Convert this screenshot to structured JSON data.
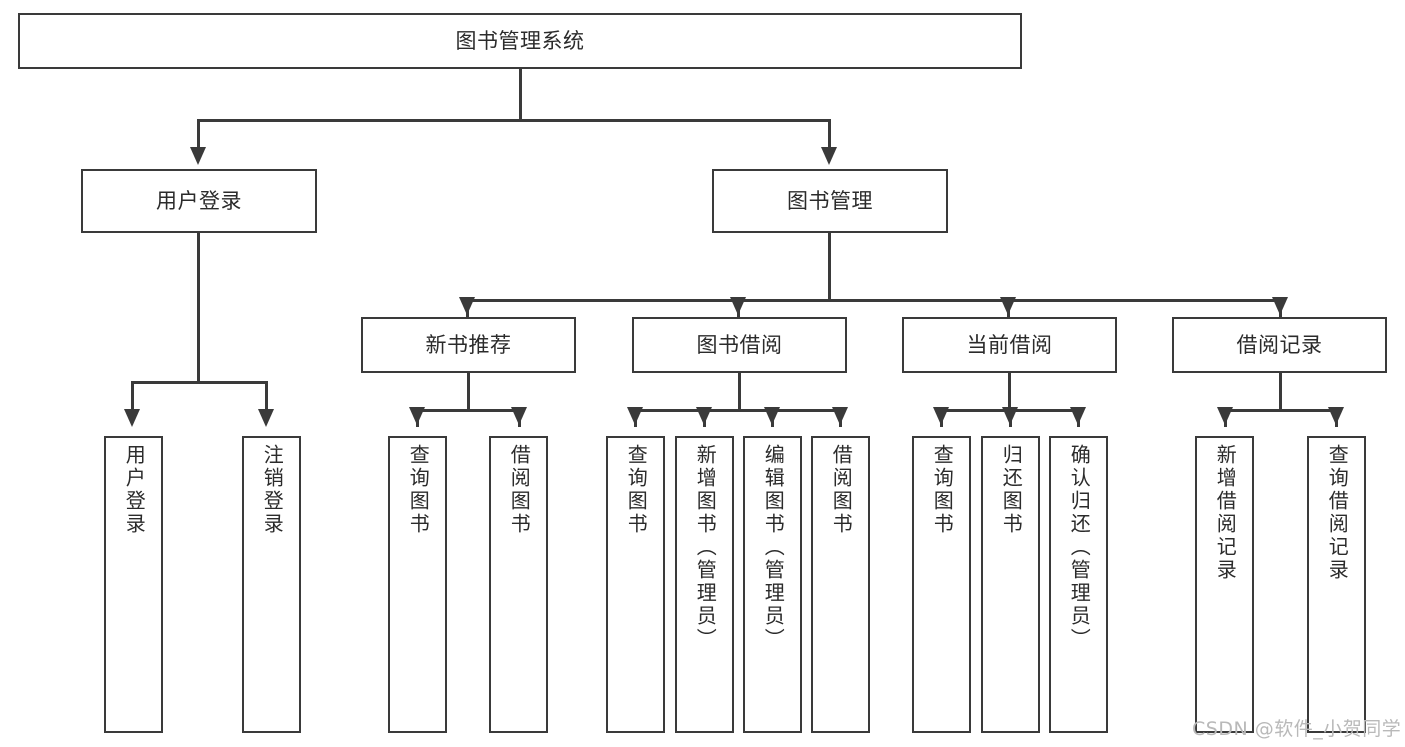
{
  "diagram": {
    "title": "图书管理系统",
    "type": "functional-structure-tree",
    "watermark": "CSDN @软件_小贺同学",
    "colors": {
      "box_border": "#3a3a3a",
      "box_fill": "#ffffff",
      "connector": "#3a3a3a",
      "text": "#2b2b2b",
      "watermark": "#b9b9b9",
      "background": "#ffffff"
    },
    "root": {
      "label": "图书管理系统"
    },
    "level2": [
      {
        "label": "用户登录"
      },
      {
        "label": "图书管理"
      }
    ],
    "level3": [
      {
        "label": "新书推荐"
      },
      {
        "label": "图书借阅"
      },
      {
        "label": "当前借阅"
      },
      {
        "label": "借阅记录"
      }
    ],
    "leaves": {
      "user_login": [
        {
          "label": "用户登录"
        },
        {
          "label": "注销登录"
        }
      ],
      "new_book_recommend": [
        {
          "label": "查询图书"
        },
        {
          "label": "借阅图书"
        }
      ],
      "book_borrow": [
        {
          "label": "查询图书"
        },
        {
          "label": "新增图书（管理员）"
        },
        {
          "label": "编辑图书（管理员）"
        },
        {
          "label": "借阅图书"
        }
      ],
      "current_borrow": [
        {
          "label": "查询图书"
        },
        {
          "label": "归还图书"
        },
        {
          "label": "确认归还（管理员）"
        }
      ],
      "borrow_record": [
        {
          "label": "新增借阅记录"
        },
        {
          "label": "查询借阅记录"
        }
      ]
    }
  }
}
